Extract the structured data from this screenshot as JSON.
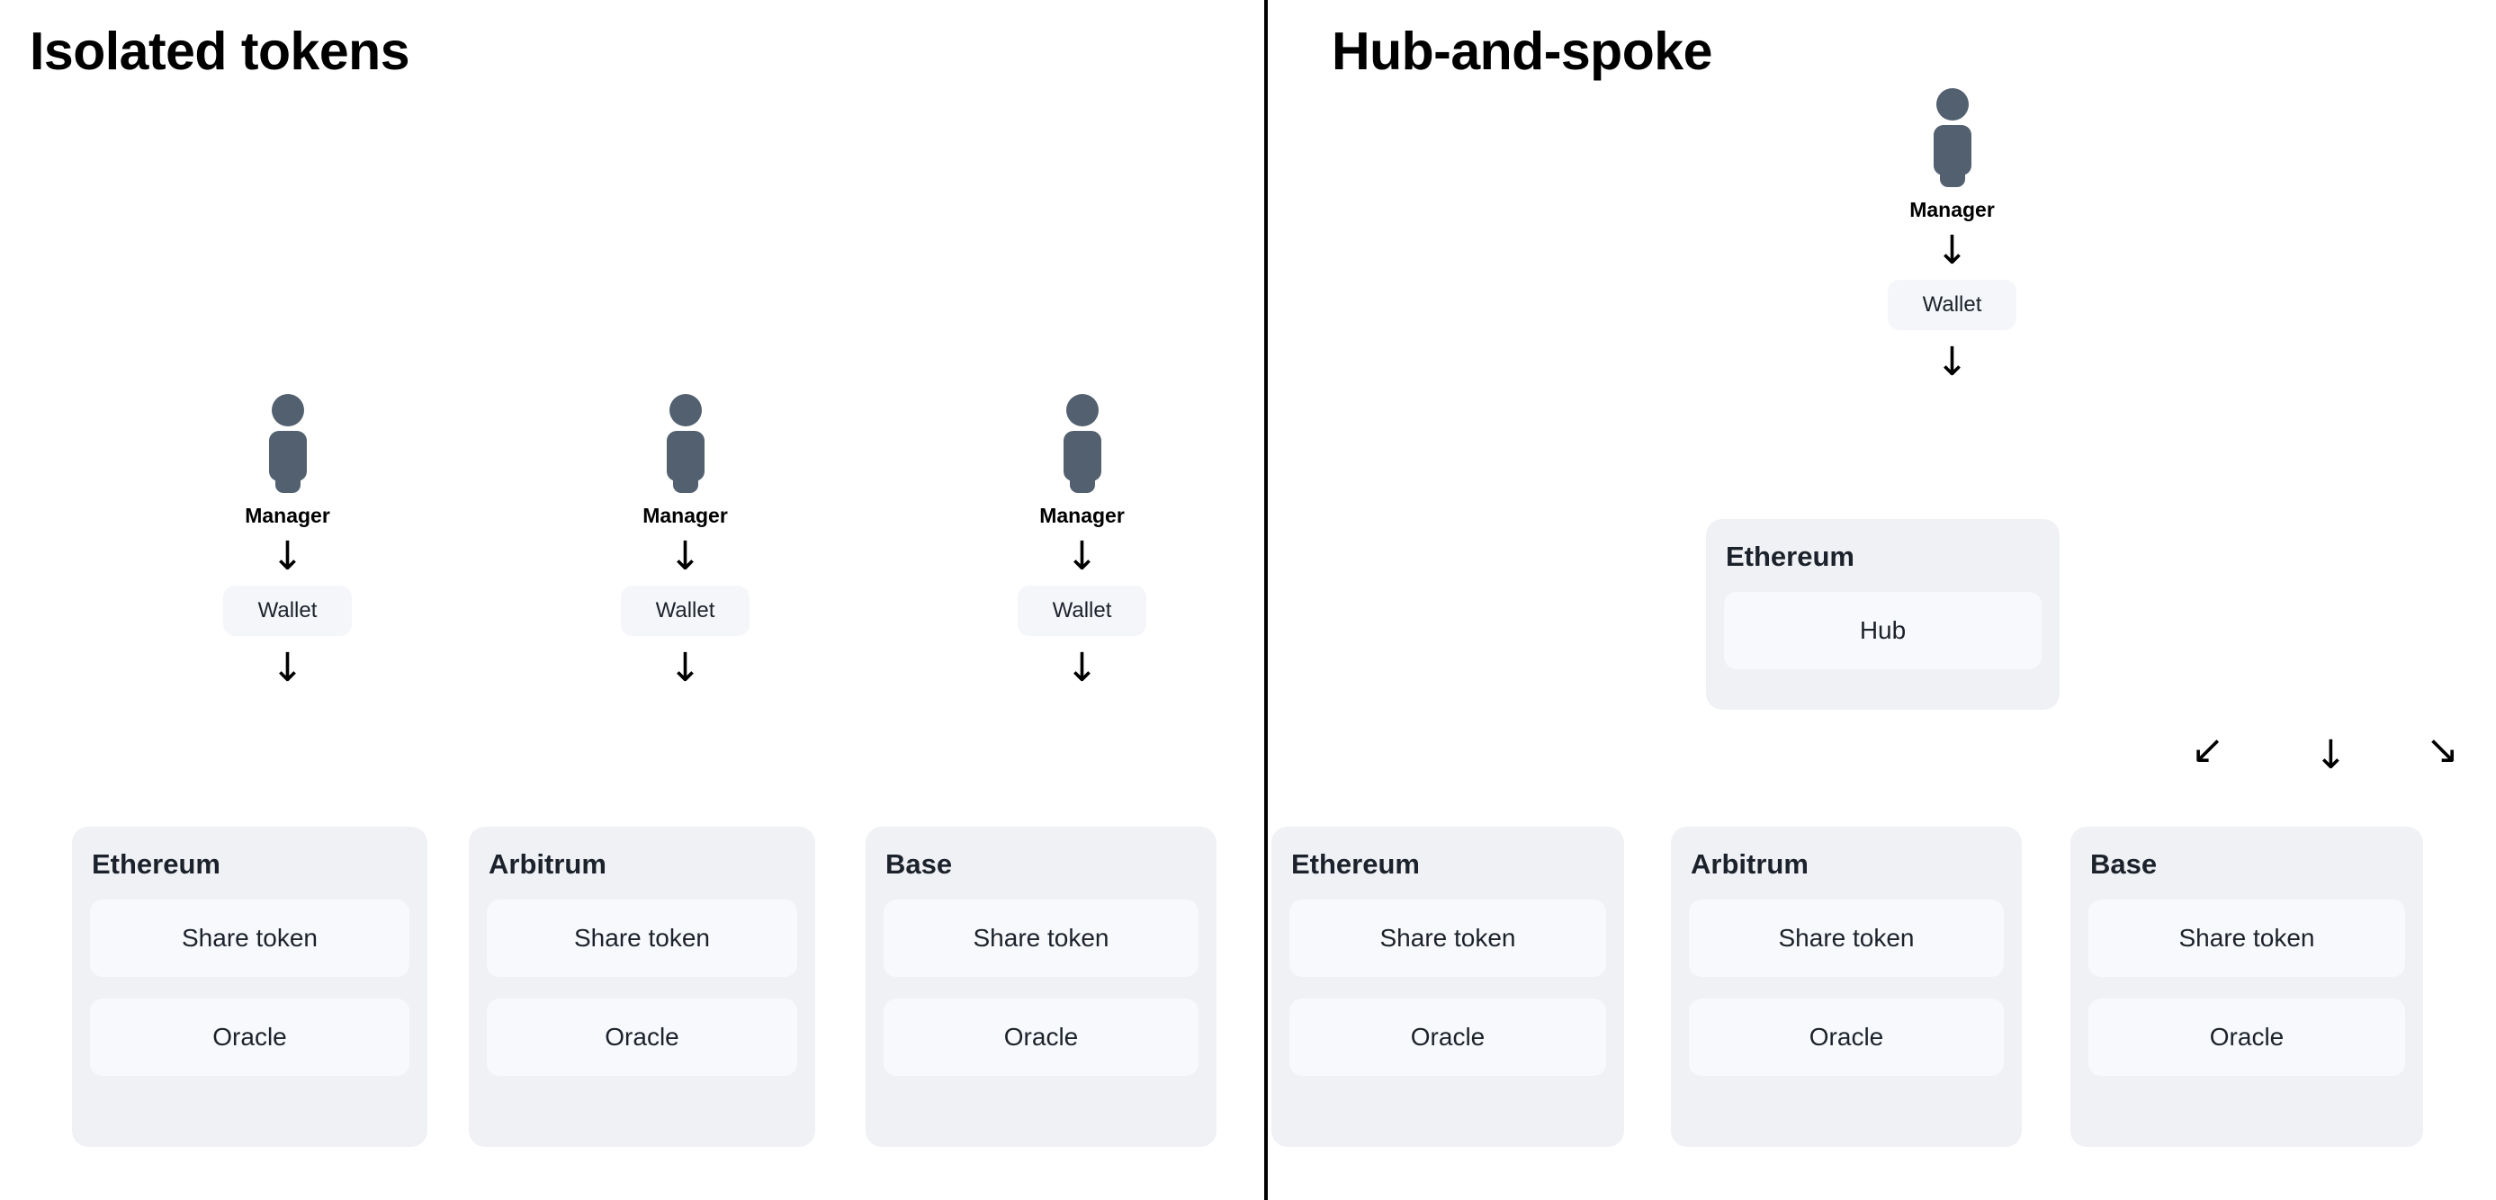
{
  "panels": {
    "isolated": {
      "title": "Isolated tokens",
      "columns": [
        {
          "actor": "Manager",
          "actor_icon": "person-icon",
          "arrow1": "↓",
          "wallet": "Wallet",
          "arrow2": "↓",
          "chain": "Ethereum",
          "items": [
            "Share token",
            "Oracle"
          ]
        },
        {
          "actor": "Manager",
          "actor_icon": "person-icon",
          "arrow1": "↓",
          "wallet": "Wallet",
          "arrow2": "↓",
          "chain": "Arbitrum",
          "items": [
            "Share token",
            "Oracle"
          ]
        },
        {
          "actor": "Manager",
          "actor_icon": "person-icon",
          "arrow1": "↓",
          "wallet": "Wallet",
          "arrow2": "↓",
          "chain": "Base",
          "items": [
            "Share token",
            "Oracle"
          ]
        }
      ]
    },
    "hub": {
      "title": "Hub-and-spoke",
      "actor": "Manager",
      "actor_icon": "person-icon",
      "arrow_to_wallet": "↓",
      "wallet": "Wallet",
      "arrow_to_hub": "↓",
      "hub_chain": "Ethereum",
      "hub_item": "Hub",
      "spoke_arrows": [
        "↙",
        "↓",
        "↘"
      ],
      "spokes": [
        {
          "chain": "Ethereum",
          "items": [
            "Share token",
            "Oracle"
          ]
        },
        {
          "chain": "Arbitrum",
          "items": [
            "Share token",
            "Oracle"
          ]
        },
        {
          "chain": "Base",
          "items": [
            "Share token",
            "Oracle"
          ]
        }
      ]
    }
  },
  "colors": {
    "person": "#52606f",
    "card_bg": "#eff1f5",
    "item_bg": "#f8f9fc",
    "wallet_bg": "#f5f6fa",
    "text": "#1c222b",
    "divider": "#000000"
  }
}
